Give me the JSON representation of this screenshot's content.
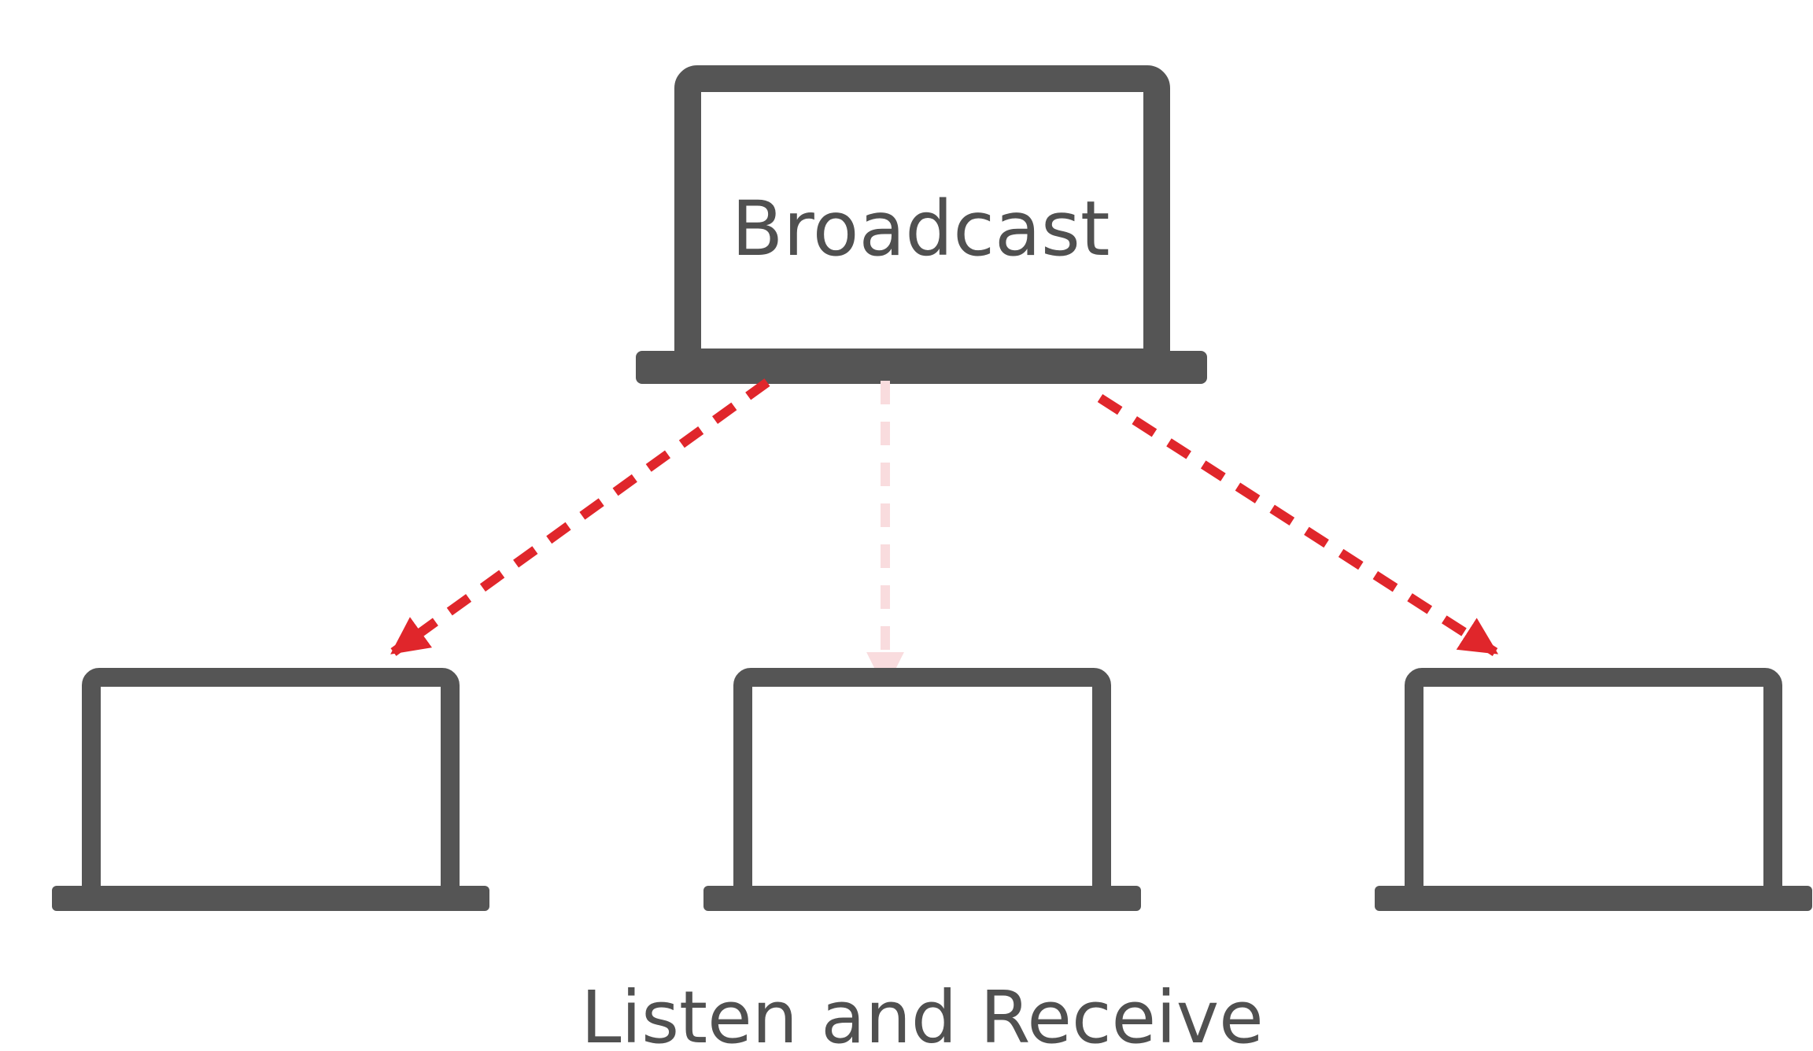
{
  "diagram": {
    "sender_label": "Broadcast",
    "receivers_label": "Listen and Receive"
  },
  "colors": {
    "device": "#555555",
    "arrow": "#e0262b",
    "arrow_faded": "#f9dcde",
    "text": "#505050"
  },
  "icons": {
    "device": "laptop-icon",
    "arrow": "dashed-arrow"
  }
}
